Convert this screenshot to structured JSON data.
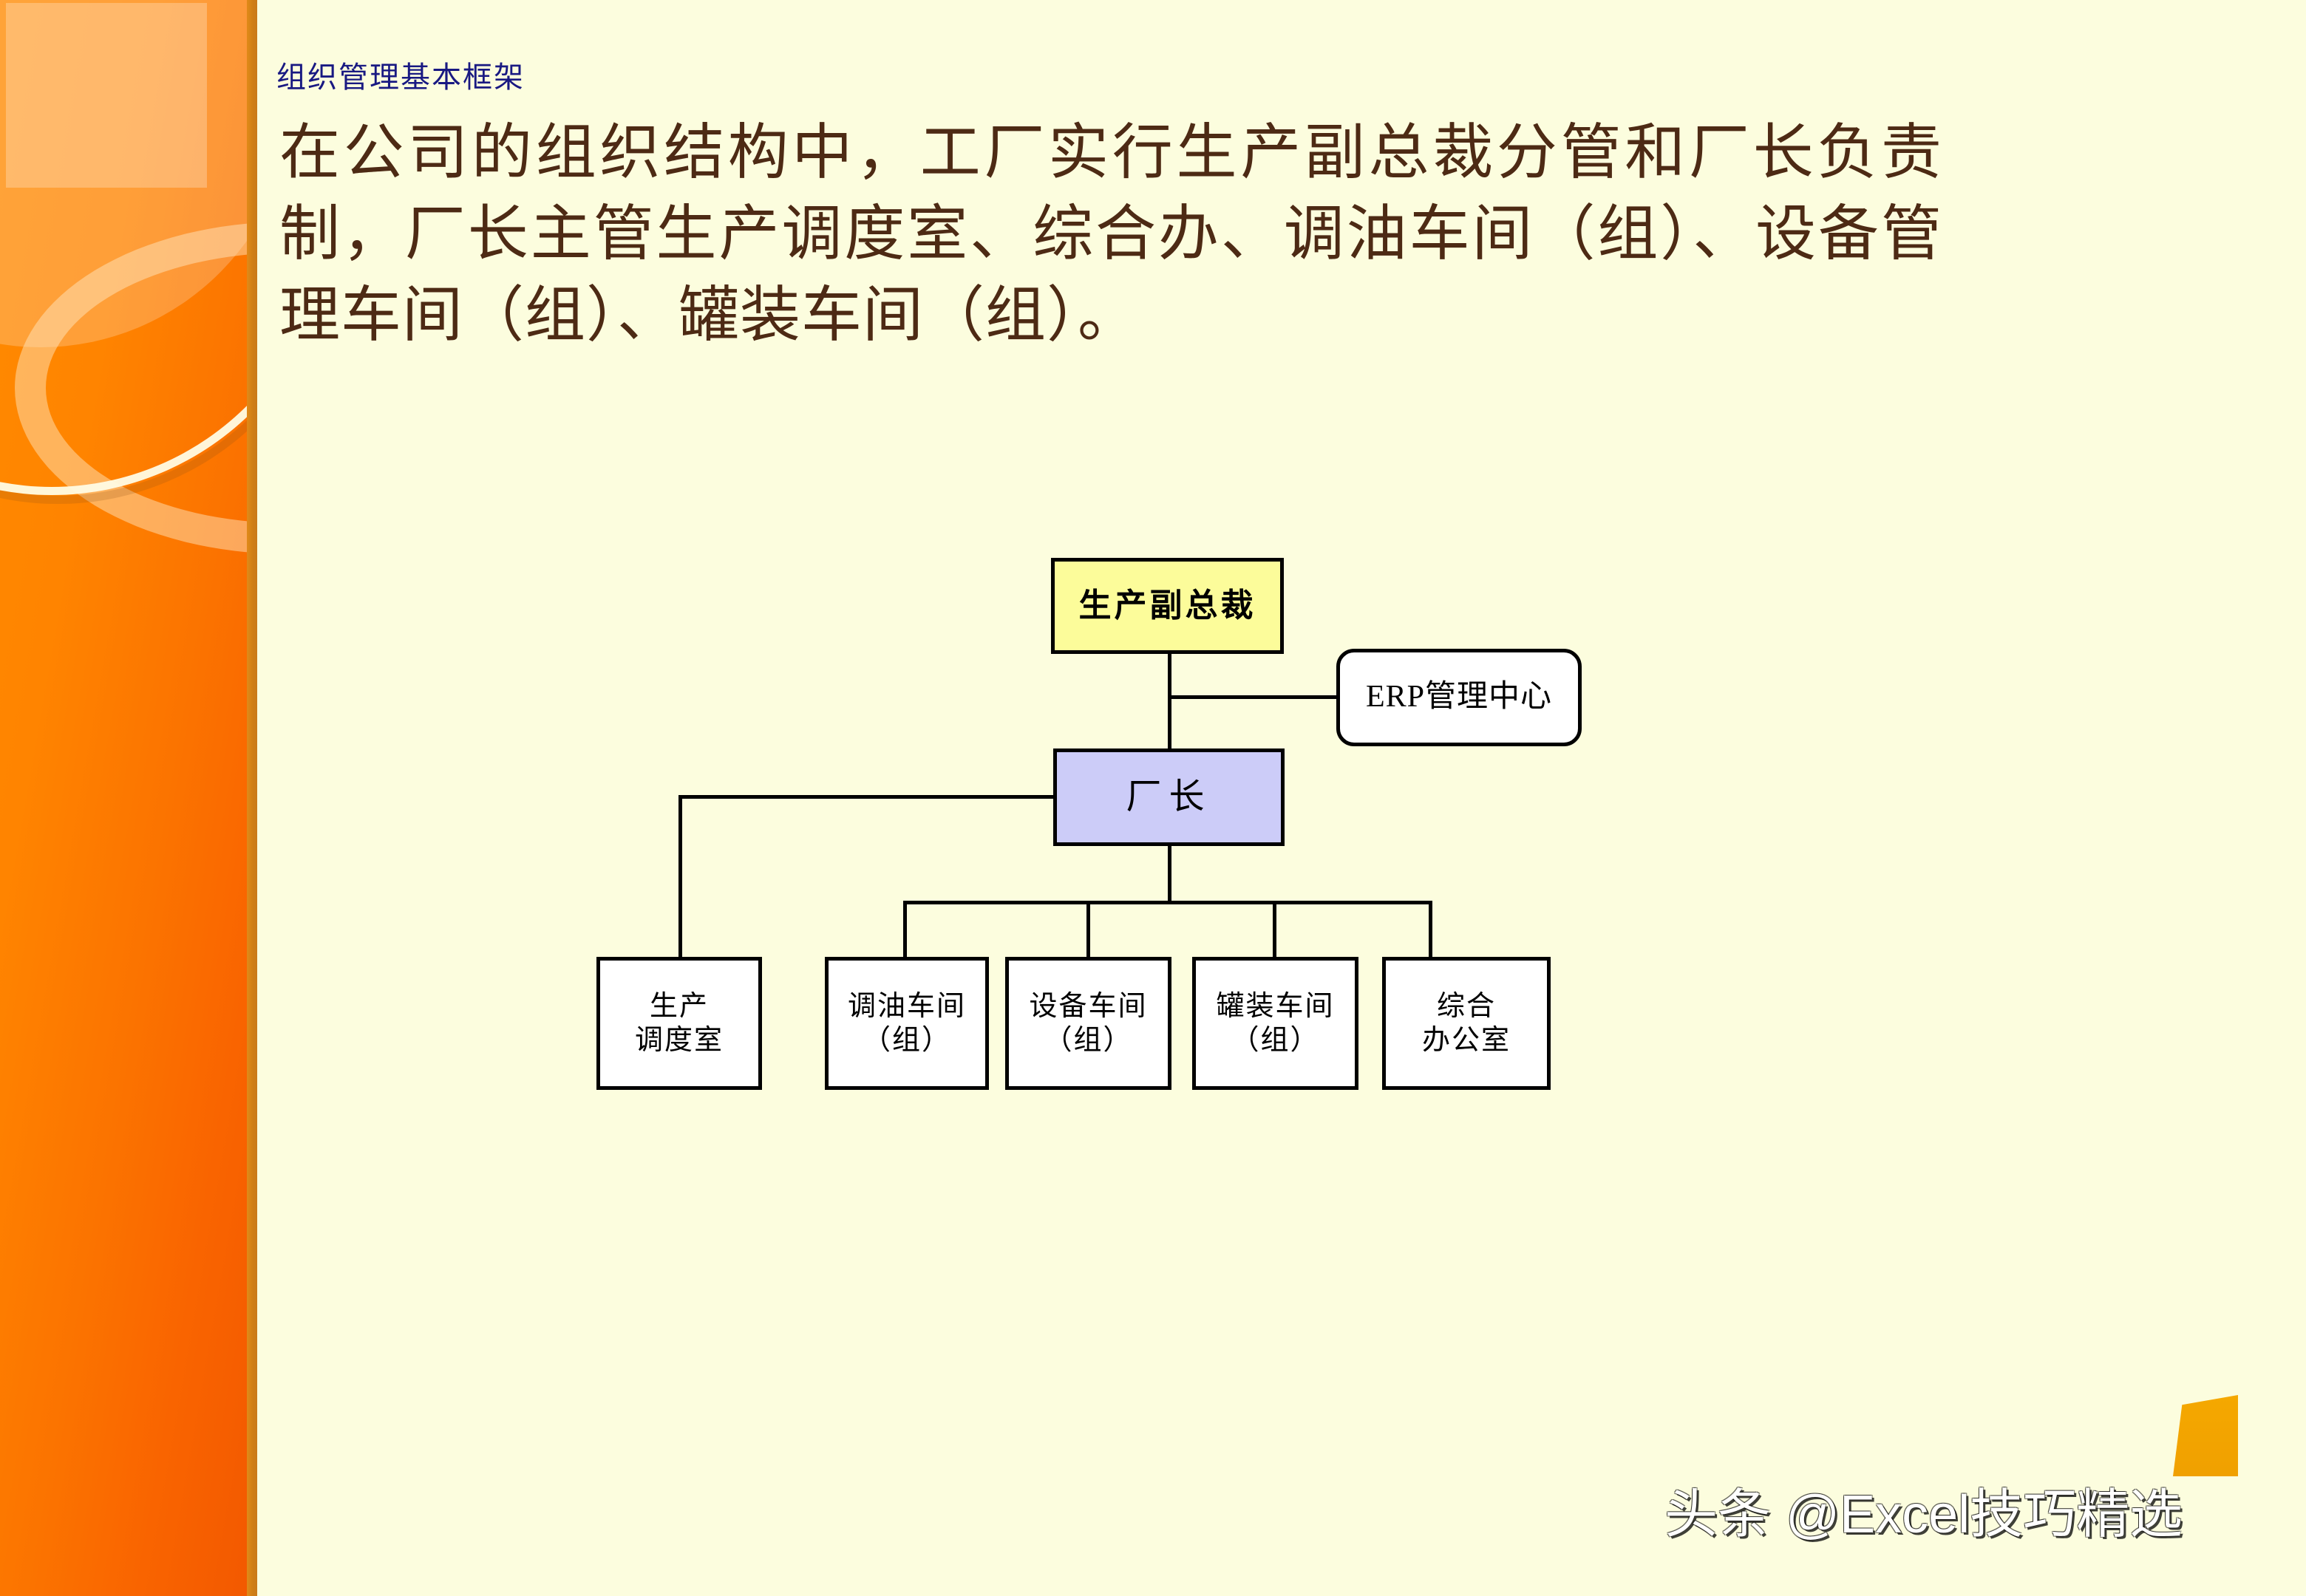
{
  "slide": {
    "background_color": "#FCFDDE",
    "title": "组织管理基本框架",
    "title_color": "#191982",
    "body_text": "在公司的组织结构中，工厂实行生产副总裁分管和厂长负责制，厂长主管生产调度室、综合办、调油车间（组）、设备管理车间（组）、罐装车间（组）。",
    "body_text_color": "#4D2A14"
  },
  "sidebar": {
    "accent_color": "#FF8400",
    "edge_color": "#D07E16",
    "ring_white_color": "#FFFCE4",
    "ring_tan_color": "#FFECC8"
  },
  "chart_data": {
    "type": "diagram",
    "title": "组织管理基本框架",
    "nodes": [
      {
        "id": "vp",
        "label": "生产副总裁",
        "fill": "#FCFC9A",
        "border": "#000000",
        "shape": "rect"
      },
      {
        "id": "erp",
        "label": "ERP管理中心",
        "fill": "#FFFFFF",
        "border": "#000000",
        "shape": "rounded-rect"
      },
      {
        "id": "dir",
        "label": "厂长",
        "fill": "#CCCCF8",
        "border": "#000000",
        "shape": "rect"
      },
      {
        "id": "sched",
        "label": "生产\n调度室",
        "fill": "#FFFFFF",
        "border": "#000000",
        "shape": "rect"
      },
      {
        "id": "blend",
        "label": "调油车间\n（组）",
        "fill": "#FFFFFF",
        "border": "#000000",
        "shape": "rect"
      },
      {
        "id": "equip",
        "label": "设备车间\n（组）",
        "fill": "#FFFFFF",
        "border": "#000000",
        "shape": "rect"
      },
      {
        "id": "fill",
        "label": "罐装车间\n（组）",
        "fill": "#FFFFFF",
        "border": "#000000",
        "shape": "rect"
      },
      {
        "id": "admin",
        "label": "综合\n办公室",
        "fill": "#FFFFFF",
        "border": "#000000",
        "shape": "rect"
      }
    ],
    "edges": [
      {
        "from": "vp",
        "to": "erp"
      },
      {
        "from": "vp",
        "to": "dir"
      },
      {
        "from": "dir",
        "to": "sched"
      },
      {
        "from": "dir",
        "to": "blend"
      },
      {
        "from": "dir",
        "to": "equip"
      },
      {
        "from": "dir",
        "to": "fill"
      },
      {
        "from": "dir",
        "to": "admin"
      }
    ],
    "node_labels": {
      "vp": "生产副总裁",
      "erp": "ERP管理中心",
      "dir": "厂长",
      "sched_line1": "生产",
      "sched_line2": "调度室",
      "blend_line1": "调油车间",
      "blend_line2": "（组）",
      "equip_line1": "设备车间",
      "equip_line2": "（组）",
      "fill_line1": "罐装车间",
      "fill_line2": "（组）",
      "admin_line1": "综合",
      "admin_line2": "办公室"
    }
  },
  "watermark": {
    "text": "头条 @Excel技巧精选",
    "mark_color": "#F5A800"
  }
}
